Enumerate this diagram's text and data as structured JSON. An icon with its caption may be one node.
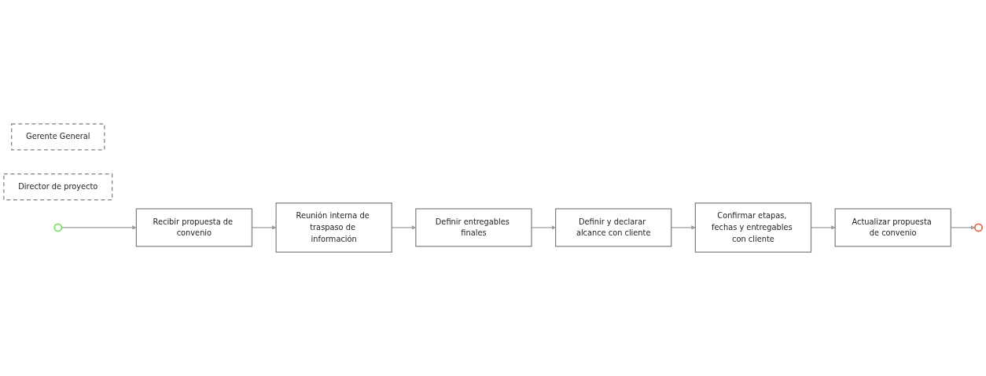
{
  "diagram": {
    "nodes": [
      {
        "text": [
          "Gerente General"
        ]
      },
      {
        "text": [
          "Director de proyecto"
        ]
      },
      {
        "text": [],
        "shape": "circle"
      },
      {
        "text": [
          "Recibir propuesta de convenio"
        ]
      },
      {
        "text": [
          "Reunión interna de traspaso de información"
        ]
      },
      {
        "text": [
          "Definir entregables finales"
        ]
      },
      {
        "text": [
          "Definir y declarar alcance con cliente"
        ]
      },
      {
        "text": [
          "Confirmar etapas, fechas y entregables con cliente"
        ]
      },
      {
        "text": [
          "Actualizar propuesta de convenio"
        ]
      },
      {
        "text": [],
        "shape": "circle"
      }
    ],
    "edges": [
      {
        "from": 2,
        "to": 3,
        "arrow": "to"
      },
      {
        "from": 3,
        "to": 4,
        "arrow": "to"
      },
      {
        "from": 4,
        "to": 5,
        "arrow": "to"
      },
      {
        "from": 5,
        "to": 6,
        "arrow": "to"
      },
      {
        "from": 6,
        "to": 7,
        "arrow": "to"
      },
      {
        "from": 7,
        "to": 8,
        "arrow": "to"
      },
      {
        "from": 8,
        "to": 9,
        "arrow": "to"
      }
    ]
  }
}
